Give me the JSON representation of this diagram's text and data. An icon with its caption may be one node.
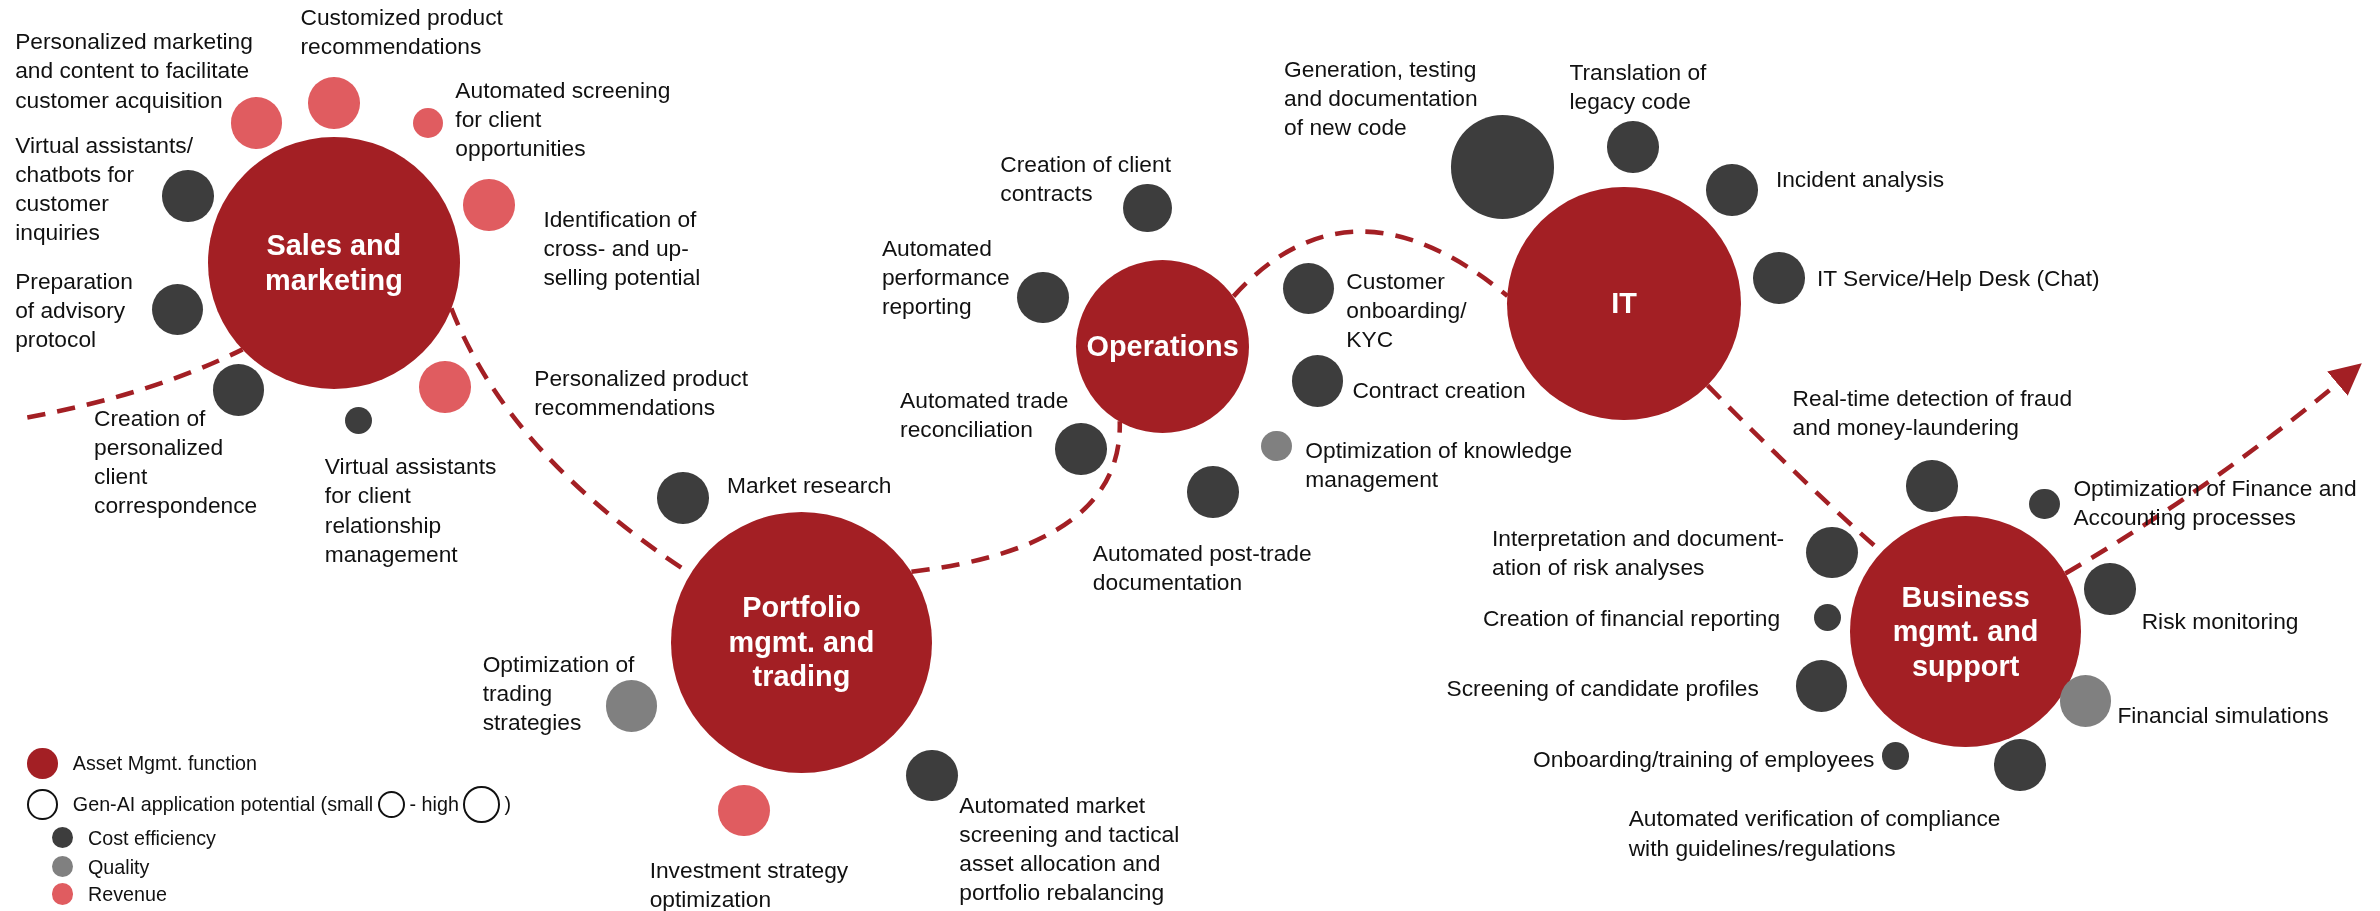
{
  "diagram": {
    "nodes": [
      {
        "text": [
          "Sales and marketing"
        ]
      },
      {
        "text": [],
        "shape": "circle",
        "beside": [
          "Personalized marketing and content to facilitate customer acquisition"
        ]
      },
      {
        "text": [],
        "shape": "circle",
        "beside": [
          "Customized product recommendations"
        ]
      },
      {
        "text": [],
        "shape": "circle",
        "beside": [
          "Automated screening for client opportunities"
        ]
      },
      {
        "text": [],
        "shape": "circle",
        "beside": [
          "Virtual assistants/ chatbots for customer inquiries"
        ]
      },
      {
        "text": [],
        "shape": "circle",
        "beside": [
          "Identification of cross- and up-selling potential"
        ]
      },
      {
        "text": [],
        "shape": "circle",
        "beside": [
          "Preparation of advisory protocol"
        ]
      },
      {
        "text": [],
        "shape": "circle",
        "beside": [
          "Creation of personalized client correspondence"
        ]
      },
      {
        "text": [],
        "shape": "circle",
        "beside": [
          "Personalized product recommendations"
        ]
      },
      {
        "text": [],
        "shape": "circle",
        "beside": [
          "Virtual assistants for client relationship management"
        ]
      },
      {
        "text": [
          "Portfolio mgmt. and trading"
        ]
      },
      {
        "text": [],
        "shape": "circle",
        "beside": [
          "Market research"
        ]
      },
      {
        "text": [],
        "shape": "circle",
        "beside": [
          "Optimization of trading strategies"
        ]
      },
      {
        "text": [],
        "shape": "circle",
        "beside": [
          "Investment strategy optimization"
        ]
      },
      {
        "text": [],
        "shape": "circle",
        "beside": [
          "Automated market screening and tactical asset allocation and portfolio rebalancing"
        ]
      },
      {
        "text": [
          "Operations"
        ]
      },
      {
        "text": [],
        "shape": "circle",
        "beside": [
          "Creation of client contracts"
        ]
      },
      {
        "text": [],
        "shape": "circle",
        "beside": [
          "Automated performance reporting"
        ]
      },
      {
        "text": [],
        "shape": "circle",
        "beside": [
          "Customer onboarding/ KYC"
        ]
      },
      {
        "text": [],
        "shape": "circle",
        "beside": [
          "Contract creation"
        ]
      },
      {
        "text": [],
        "shape": "circle",
        "beside": [
          "Automated trade reconciliation"
        ]
      },
      {
        "text": [],
        "shape": "circle",
        "beside": [
          "Optimization of knowledge management"
        ]
      },
      {
        "text": [],
        "shape": "circle",
        "beside": [
          "Automated post-trade documentation"
        ]
      },
      {
        "text": [
          "IT"
        ]
      },
      {
        "text": [],
        "shape": "circle",
        "beside": [
          "Generation, testing and documentation of new code"
        ]
      },
      {
        "text": [],
        "shape": "circle",
        "beside": [
          "Translation of legacy code"
        ]
      },
      {
        "text": [],
        "shape": "circle",
        "beside": [
          "Incident analysis"
        ]
      },
      {
        "text": [],
        "shape": "circle",
        "beside": [
          "IT Service/Help Desk (Chat)"
        ]
      },
      {
        "text": [
          "Business mgmt. and support"
        ]
      },
      {
        "text": [],
        "shape": "circle",
        "beside": [
          "Real-time detection of fraud and money-laundering"
        ]
      },
      {
        "text": [],
        "shape": "circle",
        "beside": [
          "Optimization of Finance and Accounting processes"
        ]
      },
      {
        "text": [],
        "shape": "circle",
        "beside": [
          "Interpretation and document-ation of risk analyses"
        ]
      },
      {
        "text": [],
        "shape": "circle",
        "beside": [
          "Risk monitoring"
        ]
      },
      {
        "text": [],
        "shape": "circle",
        "beside": [
          "Creation of financial reporting"
        ]
      },
      {
        "text": [],
        "shape": "circle",
        "beside": [
          "Screening of candidate profiles"
        ]
      },
      {
        "text": [],
        "shape": "circle",
        "beside": [
          "Financial simulations"
        ]
      },
      {
        "text": [],
        "shape": "circle",
        "beside": [
          "Onboarding/training of employees"
        ]
      },
      {
        "text": [],
        "shape": "circle",
        "beside": [
          "Automated verification of compliance with guidelines/regulations"
        ]
      }
    ],
    "edges": [
      {
        "from": null,
        "to": 0,
        "arrow": "none",
        "style": "dashed"
      },
      {
        "from": 0,
        "to": 10,
        "arrow": "none",
        "style": "dashed"
      },
      {
        "from": 10,
        "to": 15,
        "arrow": "none",
        "style": "dashed"
      },
      {
        "from": 15,
        "to": 23,
        "arrow": "none",
        "style": "dashed"
      },
      {
        "from": 23,
        "to": 28,
        "arrow": "none",
        "style": "dashed"
      },
      {
        "from": 28,
        "to": null,
        "arrow": "to",
        "style": "dashed"
      }
    ],
    "legend": [
      {
        "text": "Asset Mgmt. function",
        "color": "#a31f24"
      },
      {
        "text": "Gen-AI application potential (small - high )"
      },
      {
        "text": "Cost efficiency",
        "color": "#3d3d3d"
      },
      {
        "text": "Quality",
        "color": "#808080"
      },
      {
        "text": "Revenue",
        "color": "#e05c60"
      }
    ]
  }
}
